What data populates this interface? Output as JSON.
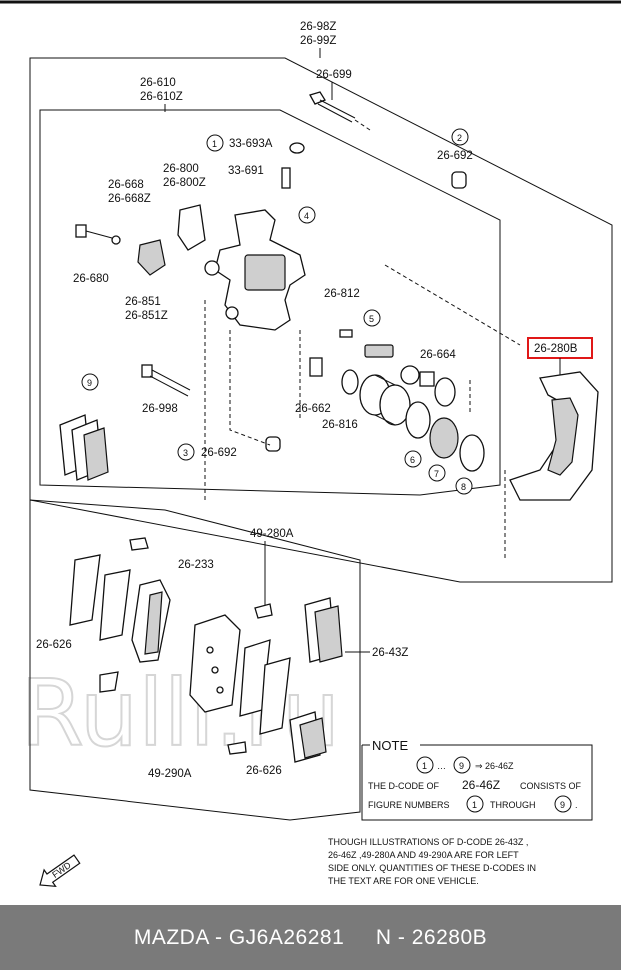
{
  "top_group": {
    "line1": "26-98Z",
    "line2": "26-99Z"
  },
  "caliper_group": {
    "line1": "26-610",
    "line2": "26-610Z"
  },
  "labels": {
    "p26_699": "26-699",
    "p33_693a": "33-693A",
    "p26_692_top": "26-692",
    "p26_800": "26-800",
    "p26_800z": "26-800Z",
    "p33_691": "33-691",
    "p26_668": "26-668",
    "p26_668z": "26-668Z",
    "p26_680": "26-680",
    "p26_851": "26-851",
    "p26_851z": "26-851Z",
    "p26_812": "26-812",
    "p26_664": "26-664",
    "p26_662": "26-662",
    "p26_816": "26-816",
    "p26_998": "26-998",
    "p26_692_bottom": "26-692",
    "p26_280b": "26-280B",
    "p49_280a": "49-280A",
    "p26_233": "26-233",
    "p26_626_left": "26-626",
    "p26_43z": "26-43Z",
    "p49_290a": "49-290A",
    "p26_626_bottom": "26-626"
  },
  "circled": {
    "c1": "1",
    "c2": "2",
    "c3": "3",
    "c4": "4",
    "c5": "5",
    "c6": "6",
    "c7": "7",
    "c8": "8",
    "c9": "9"
  },
  "note": {
    "title": "NOTE",
    "range_start": "1",
    "ellipsis": "…",
    "range_end": "9",
    "arrow_text": "⇒ 26-46Z",
    "line2_a": "THE D-CODE OF",
    "line2_code": "26-46Z",
    "line2_b": "CONSISTS OF",
    "line3_a": "FIGURE NUMBERS",
    "line3_n1": "1",
    "line3_through": "THROUGH",
    "line3_n2": "9",
    "line3_end": "."
  },
  "disclaimer": {
    "line1": "THOUGH ILLUSTRATIONS OF D-CODE 26-43Z ,",
    "line2": "26-46Z ,49-280A AND 49-290A ARE FOR LEFT",
    "line3": "SIDE ONLY. QUANTITIES OF THESE D-CODES IN",
    "line4": "THE TEXT ARE FOR ONE VEHICLE."
  },
  "fwd_label": "FWD",
  "watermark": "Rulli.ru",
  "footer": {
    "text": "MAZDA - GJ6A26281     N - 26280B"
  },
  "colors": {
    "highlight_box": "#e01818",
    "footer_bg": "#7a7a7a",
    "footer_text": "#ffffff"
  }
}
